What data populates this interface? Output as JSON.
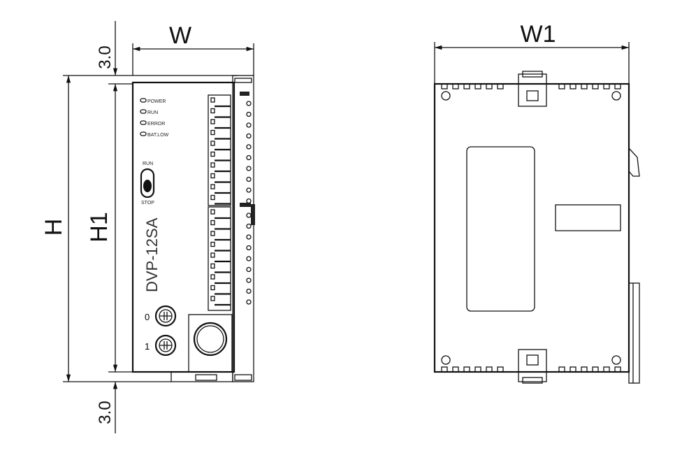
{
  "dimensions": {
    "w": "W",
    "w1": "W1",
    "h": "H",
    "h1": "H1",
    "top_offset": "3.0",
    "bottom_offset": "3.0"
  },
  "front_panel": {
    "leds": [
      "POWER",
      "RUN",
      "ERROR",
      "BAT.LOW"
    ],
    "switch_top": "RUN",
    "switch_bottom": "STOP",
    "model": "DVP-12SA",
    "port_0": "0",
    "port_1": "1"
  }
}
